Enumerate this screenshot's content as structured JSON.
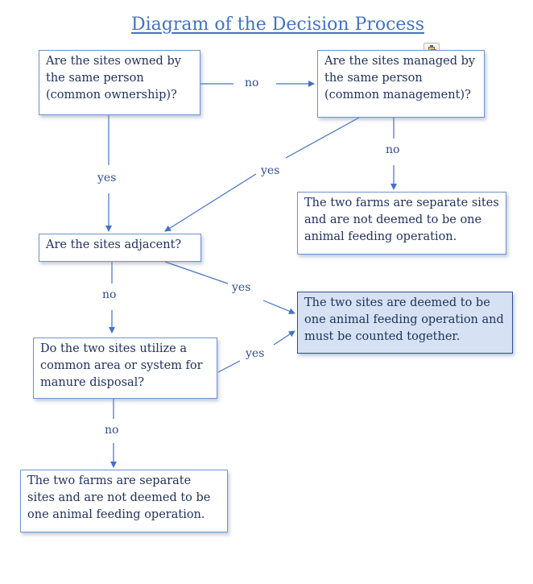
{
  "title": "Diagram of the Decision Process",
  "nodes": {
    "ownership": "Are the sites owned by the same person (common ownership)?",
    "management": "Are the sites managed by the same person (common management)?",
    "separate_top": "The two farms are separate sites and are not deemed to be one animal feeding operation.",
    "adjacent": "Are the sites adjacent?",
    "deemed_one": "The two sites are deemed to be one animal feeding operation and must be counted together.",
    "manure": "Do the two sites utilize a common area or system for manure disposal?",
    "separate_bottom": "The two farms are separate sites and are not deemed to be one animal feeding operation."
  },
  "edges": {
    "ownership_to_management": "no",
    "management_to_separate": "no",
    "management_to_adjacent": "yes",
    "ownership_to_adjacent": "yes",
    "adjacent_to_manure": "no",
    "adjacent_to_deemed": "yes",
    "manure_to_deemed": "yes",
    "manure_to_separate": "no"
  },
  "icons": [
    "paste-options-icon"
  ],
  "colors": {
    "title": "#4472c4",
    "line": "#4472c4",
    "highlight_fill": "#d6e1f4"
  }
}
